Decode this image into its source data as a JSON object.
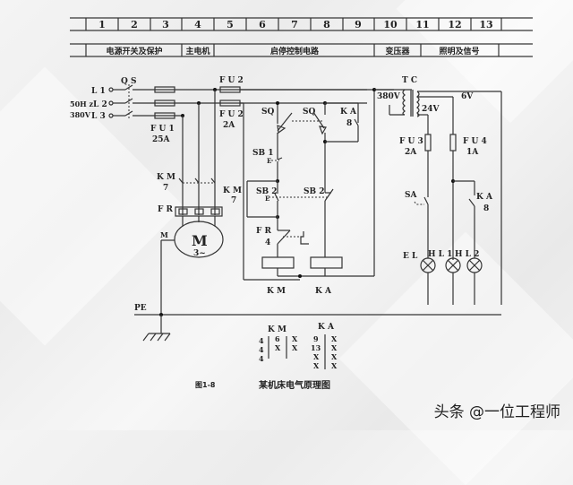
{
  "header": {
    "columns": [
      "1",
      "2",
      "3",
      "4",
      "5",
      "6",
      "7",
      "8",
      "9",
      "10",
      "11",
      "12",
      "13"
    ],
    "sections": [
      "电源开关及保护",
      "主电机",
      "启停控制电路",
      "变压器",
      "照明及信号"
    ]
  },
  "power": {
    "switch": "Q S",
    "l1": "L 1",
    "l2": "L 2",
    "freq": "50H z",
    "voltage": "380V",
    "l3": "L 3",
    "fu1": "F U 1",
    "fu1_rating": "25A",
    "fu2_top": "F U 2",
    "fu2": "F U 2",
    "fu2_rating": "2A"
  },
  "motor": {
    "km": "K M",
    "km_num": "7",
    "fr": "F R",
    "m_label": "M",
    "motor_symbol": "M",
    "motor_phase": "3~"
  },
  "control": {
    "sq1": "SQ",
    "sq2": "SQ",
    "ka": "K A",
    "ka_num": "8",
    "sb1": "SB 1",
    "km": "K M",
    "km_num": "7",
    "sb2_left": "SB 2",
    "sb2_right": "SB 2",
    "fr": "F R",
    "fr_num": "4",
    "coil_km": "K M",
    "coil_ka": "K A"
  },
  "transformer": {
    "tc": "T C",
    "primary": "380V",
    "secondary_24": "24V",
    "secondary_6": "6V",
    "fu3": "F U 3",
    "fu3_rating": "2A",
    "fu4": "F U 4",
    "fu4_rating": "1A"
  },
  "lighting": {
    "sa": "SA",
    "ka": "K A",
    "ka_num": "8",
    "el": "E L",
    "hl1": "H L 1",
    "hl2": "H L 2"
  },
  "ground": {
    "pe": "PE"
  },
  "contact_tables": {
    "km": {
      "title": "K M",
      "col1": [
        "4",
        "4",
        "4"
      ],
      "col2": [
        "6",
        "X"
      ],
      "col3": [
        "X",
        "X"
      ]
    },
    "ka": {
      "title": "K A",
      "col1": [
        "9",
        "13",
        "X",
        "X"
      ],
      "col2": [
        "X",
        "X",
        "X",
        "X"
      ]
    }
  },
  "caption": {
    "figure": "图1-8",
    "title": "某机床电气原理图"
  },
  "watermark": "头条 @一位工程师"
}
